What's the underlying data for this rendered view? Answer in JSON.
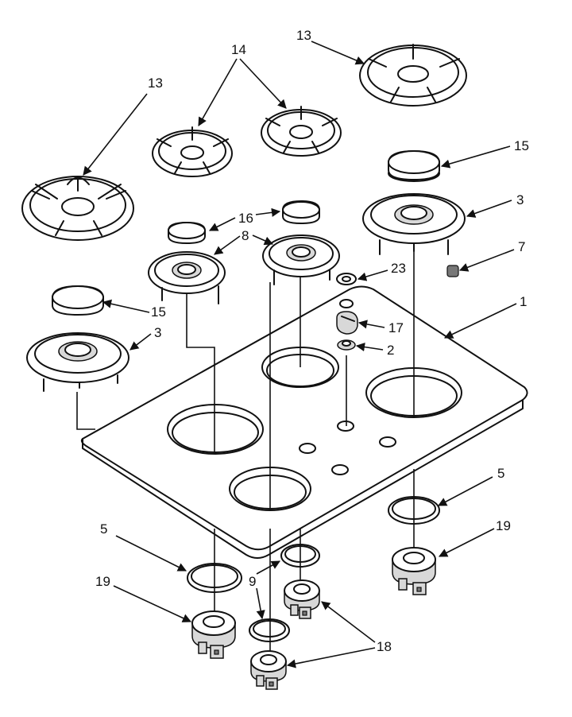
{
  "callouts": {
    "grate_left": "13",
    "grate_right": "13",
    "grates_center": "14",
    "cap_right": "15",
    "cap_left": "15",
    "caps_center": "16",
    "base_right": "3",
    "base_left": "3",
    "bases_center": "8",
    "knob_small": "7",
    "bezel": "23",
    "cooktop": "1",
    "knob": "17",
    "spring_clip": "2",
    "ring_right": "5",
    "ring_left": "5",
    "head_right": "19",
    "head_left": "19",
    "rings_center": "9",
    "heads_center": "18"
  }
}
